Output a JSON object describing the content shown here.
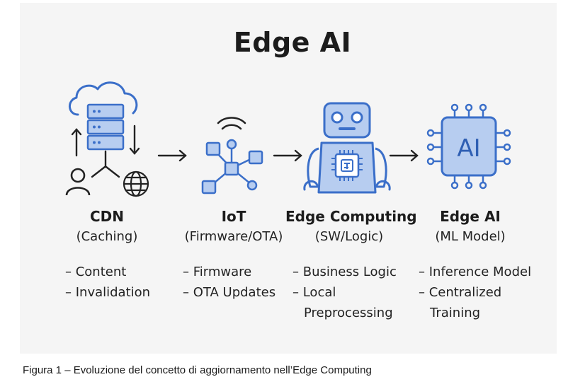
{
  "title": "Edge AI",
  "colors": {
    "accent": "#3b6fc9",
    "accent_fill": "#b7cdf0",
    "panel": "#f5f5f5",
    "ink": "#222222"
  },
  "columns": [
    {
      "icon": "cloud-server-icon",
      "name": "CDN",
      "subtitle": "(Caching)",
      "items": [
        "– Content",
        "– Invalidation"
      ]
    },
    {
      "icon": "iot-network-icon",
      "name": "IoT",
      "subtitle": "(Firmware/OTA)",
      "items": [
        "– Firmware",
        "– OTA Updates"
      ]
    },
    {
      "icon": "robot-icon",
      "name": "Edge Computing",
      "subtitle": "(SW/Logic)",
      "items": [
        "– Business Logic",
        "– Local",
        "Preprocessing"
      ]
    },
    {
      "icon": "ai-chip-icon",
      "name": "Edge AI",
      "subtitle": "(ML Model)",
      "items": [
        "– Inference Model",
        "– Centralized",
        "Training"
      ]
    }
  ],
  "icons": {
    "arrow": "arrow-right-icon",
    "user": "user-icon",
    "globe": "globe-icon"
  },
  "chip_label": "AI",
  "caption": "Figura 1 – Evoluzione del concetto di aggiornamento nell’Edge Computing"
}
